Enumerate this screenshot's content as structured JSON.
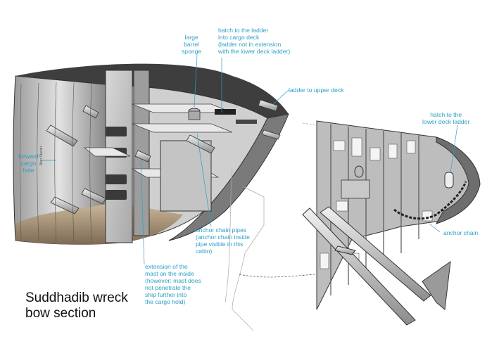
{
  "title_lines": [
    "Suddhadib wreck",
    "bow section"
  ],
  "signature": "Alan Stainer",
  "labels": {
    "sponge": [
      "large",
      "barrel",
      "sponge"
    ],
    "hatch_cargo": [
      "hatch to the ladder",
      "into cargo deck",
      "(ladder not in extension",
      "with the lower deck ladder)"
    ],
    "ladder_upper": [
      "ladder to upper deck"
    ],
    "hatch_lower": [
      "hatch to the",
      "lower deck ladder"
    ],
    "cargo_hole": [
      "forward",
      "cargo",
      "hole"
    ],
    "chain_pipes": [
      "anchor chain pipes",
      "(anchor chain inside",
      "pipe visible in this",
      "cabin)"
    ],
    "anchor_chain": [
      "anchor chain"
    ],
    "mast": [
      "extension of the",
      "mast on the inside",
      "(however: mast does",
      "not penetrate the",
      "ship further into",
      "the cargo hold)"
    ]
  },
  "colors": {
    "label": "#2a9fc7",
    "hull_dark": "#4a4a4a",
    "hull_light": "#d4d4d4",
    "sand": "#b8a488"
  }
}
